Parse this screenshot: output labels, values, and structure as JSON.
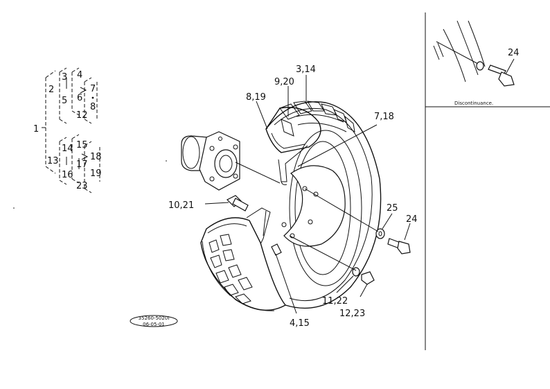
{
  "callouts": {
    "c3_14": "3,14",
    "c9_20": "9,20",
    "c8_19": "8,19",
    "c7_18": "7,18",
    "c10_21": "10,21",
    "c25": "25",
    "c24": "24",
    "c11_22": "11,22",
    "c12_23": "12,23",
    "c4_15": "4,15"
  },
  "tree": {
    "n1": "1",
    "n2": "2",
    "n3": "3",
    "n4": "4",
    "n5": "5",
    "n6": "6",
    "n7": "7",
    "n8": "8",
    "n12": "12",
    "n13": "13",
    "n14": "14",
    "n15": "15",
    "n16": "16",
    "n17": "17",
    "n18": "18",
    "n19": "19",
    "n23": "23"
  },
  "inset": {
    "callout": "24",
    "caption": "Discontinuance."
  },
  "stamp": {
    "part_code": "35260-5020I",
    "date": "06-05-01"
  }
}
